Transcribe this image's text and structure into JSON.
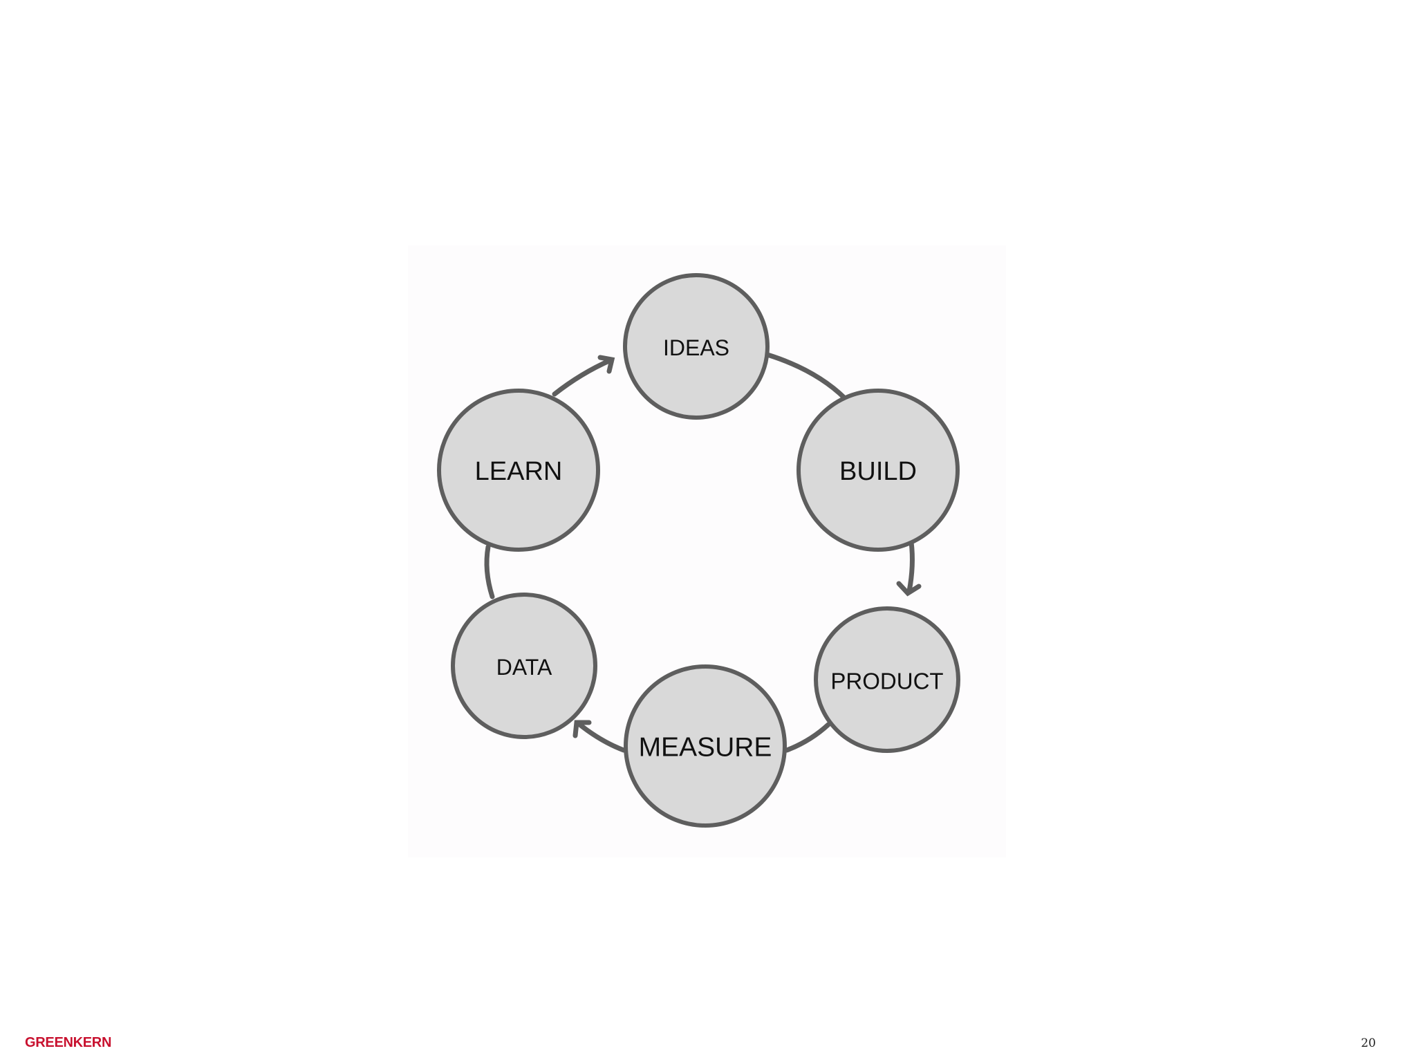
{
  "diagram": {
    "nodes": [
      {
        "id": "ideas",
        "label": "IDEAS"
      },
      {
        "id": "build",
        "label": "BUILD"
      },
      {
        "id": "product",
        "label": "PRODUCT"
      },
      {
        "id": "measure",
        "label": "MEASURE"
      },
      {
        "id": "data",
        "label": "DATA"
      },
      {
        "id": "learn",
        "label": "LEARN"
      }
    ],
    "edges": [
      {
        "from": "ideas",
        "to": "build",
        "arrow": false
      },
      {
        "from": "build",
        "to": "product",
        "arrow": true
      },
      {
        "from": "product",
        "to": "measure",
        "arrow": false
      },
      {
        "from": "measure",
        "to": "data",
        "arrow": true
      },
      {
        "from": "data",
        "to": "learn",
        "arrow": false
      },
      {
        "from": "learn",
        "to": "ideas",
        "arrow": true
      }
    ]
  },
  "footer": {
    "logo": "GREENKERN",
    "page_number": "20"
  },
  "colors": {
    "node_fill": "#d9d9d9",
    "node_stroke": "#5e5e5e",
    "logo": "#c8102e"
  }
}
